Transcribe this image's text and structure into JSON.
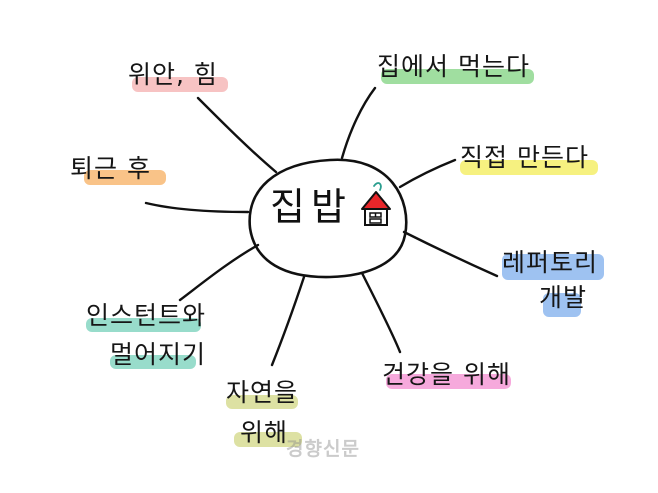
{
  "center": {
    "text": "집밥"
  },
  "branches": [
    {
      "id": "comfort",
      "text": "위안, 힘",
      "highlight": "#f6b8b8"
    },
    {
      "id": "eat-at-home",
      "text": "집에서 먹는다",
      "highlight": "#8fd88f"
    },
    {
      "id": "after-work",
      "text": "퇴근 후",
      "highlight": "#f8b873"
    },
    {
      "id": "make-myself",
      "text": "직접 만든다",
      "highlight": "#f4ee6a"
    },
    {
      "id": "repertoire-line1",
      "text": "레퍼토리",
      "highlight": "#8db7ee"
    },
    {
      "id": "repertoire-line2",
      "text": "개발",
      "highlight": "#8db7ee"
    },
    {
      "id": "instant-line1",
      "text": "인스턴트와",
      "highlight": "#86d6c2"
    },
    {
      "id": "instant-line2",
      "text": "멀어지기",
      "highlight": "#86d6c2"
    },
    {
      "id": "health",
      "text": "건강을 위해",
      "highlight": "#f59ad6"
    },
    {
      "id": "nature-line1",
      "text": "자연을",
      "highlight": "#d7dc93"
    },
    {
      "id": "nature-line2",
      "text": "위해",
      "highlight": "#d7dc93"
    }
  ],
  "house_icon": {
    "roof_color": "#e8262a",
    "name": "house-icon"
  },
  "watermark": {
    "text": "경향신문"
  }
}
